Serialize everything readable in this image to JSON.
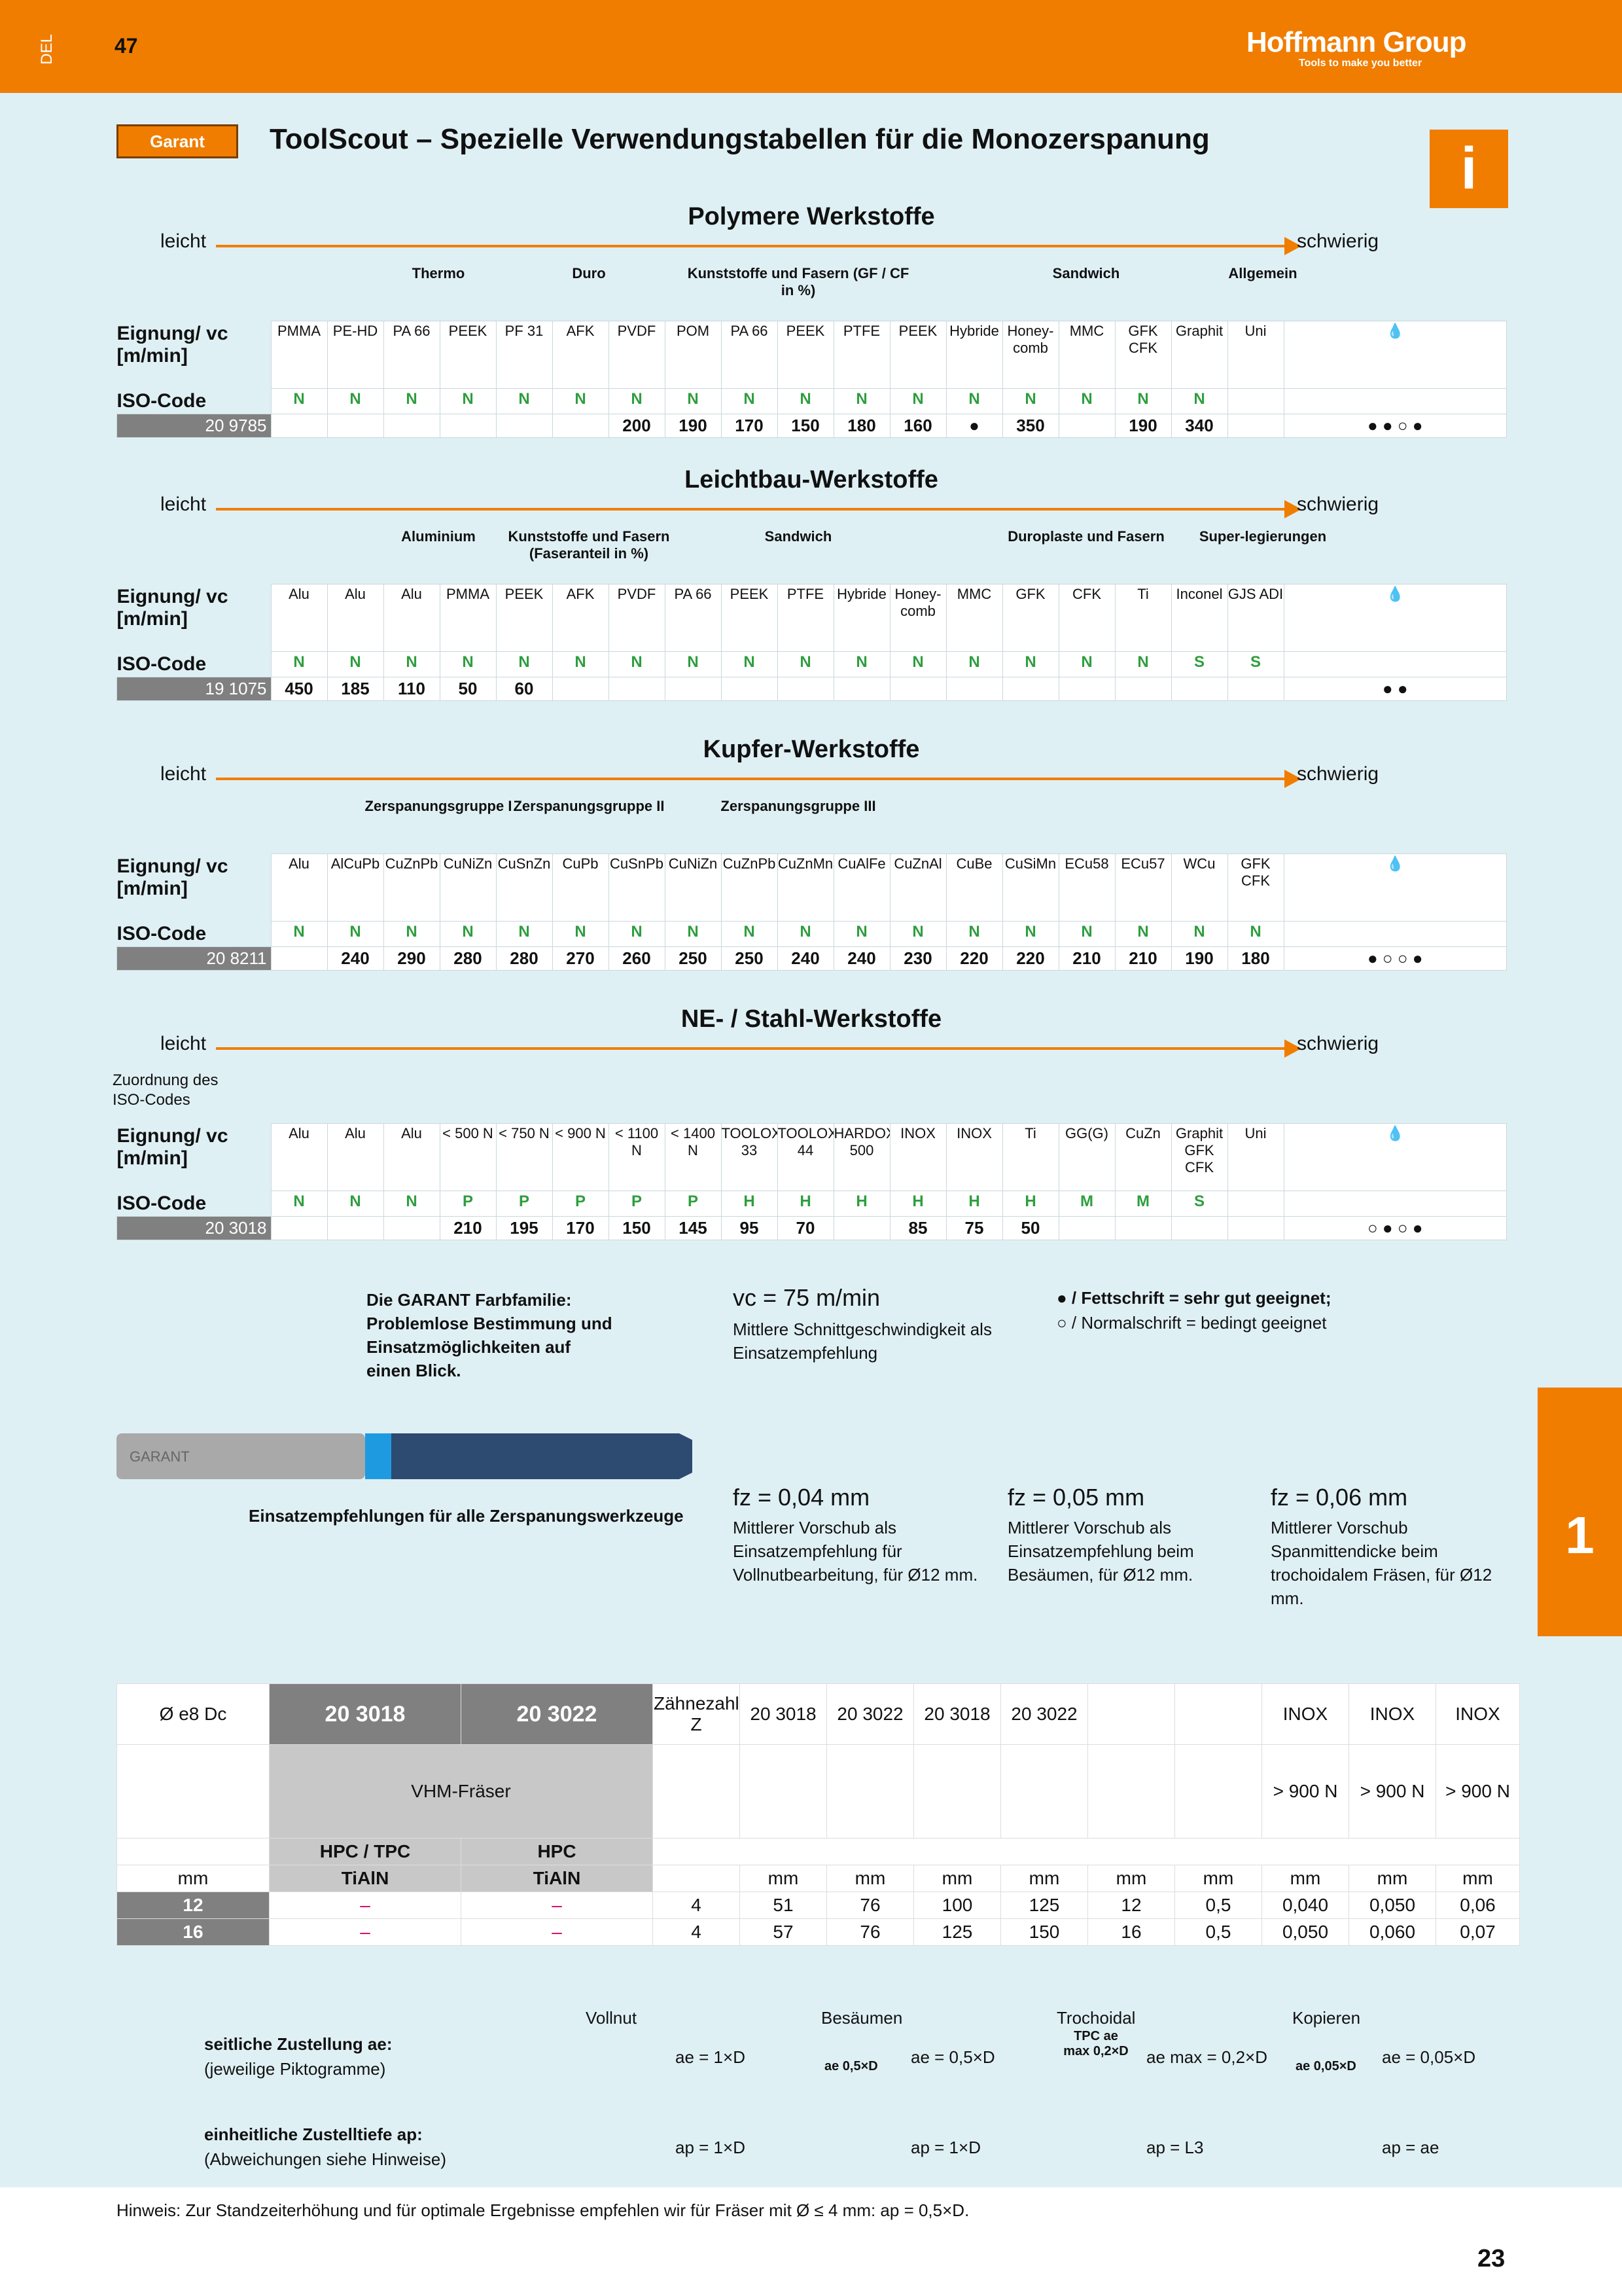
{
  "header": {
    "side_label": "DEL",
    "page_top": "47",
    "brand": "Hoffmann Group",
    "brand_tag": "Tools to make you better"
  },
  "title": {
    "badge": "Garant",
    "text": "ToolScout – Spezielle Verwendungstabellen für die Monozerspanung",
    "info": "i"
  },
  "common": {
    "leicht": "leicht",
    "schwierig": "schwierig",
    "eignung": "Eignung/ vc [m/min]",
    "iso": "ISO-Code"
  },
  "sections": [
    {
      "title": "Polymere Werkstoffe",
      "code": "20 9785",
      "groups": [
        "Thermo",
        "Duro",
        "Kunststoffe und Fasern (GF / CF in %)",
        "Sandwich",
        "Allgemein"
      ],
      "materials": [
        "PMMA",
        "PE-HD",
        "PA 66",
        "PEEK",
        "PF 31",
        "AFK",
        "PVDF",
        "POM",
        "PA 66",
        "PEEK",
        "PTFE",
        "PEEK",
        "Hybride",
        "Honey-comb",
        "MMC",
        "GFK CFK",
        "Graphit",
        "Uni"
      ],
      "iso": [
        "N",
        "N",
        "N",
        "N",
        "N",
        "N",
        "N",
        "N",
        "N",
        "N",
        "N",
        "N",
        "N",
        "N",
        "N",
        "N",
        "N",
        ""
      ],
      "vc": [
        "",
        "",
        "",
        "",
        "",
        "",
        "200",
        "190",
        "170",
        "150",
        "180",
        "160",
        "●",
        "350",
        "",
        "190",
        "340",
        ""
      ]
    },
    {
      "title": "Leichtbau-Werkstoffe",
      "code": "19 1075",
      "groups": [
        "Aluminium",
        "Kunststoffe und Fasern (Faseranteil in %)",
        "Sandwich",
        "Duroplaste und Fasern",
        "Super-legierungen"
      ],
      "materials": [
        "Alu",
        "Alu",
        "Alu",
        "PMMA",
        "PEEK",
        "AFK",
        "PVDF",
        "PA 66",
        "PEEK",
        "PTFE",
        "Hybride",
        "Honey-comb",
        "MMC",
        "GFK",
        "CFK",
        "Ti",
        "Inconel",
        "GJS ADI"
      ],
      "iso": [
        "N",
        "N",
        "N",
        "N",
        "N",
        "N",
        "N",
        "N",
        "N",
        "N",
        "N",
        "N",
        "N",
        "N",
        "N",
        "N",
        "S",
        "S"
      ],
      "vc": [
        "450",
        "185",
        "110",
        "50",
        "60",
        "",
        "",
        "",
        "",
        "",
        "",
        "",
        "",
        "",
        "",
        "",
        "",
        ""
      ]
    },
    {
      "title": "Kupfer-Werkstoffe",
      "code": "20 8211",
      "groups": [
        "Zerspanungsgruppe I",
        "Zerspanungsgruppe II",
        "Zerspanungsgruppe III"
      ],
      "materials": [
        "Alu",
        "AlCuPb",
        "CuZnPb",
        "CuNiZn",
        "CuSnZn",
        "CuPb",
        "CuSnPb",
        "CuNiZn",
        "CuZnPb",
        "CuZnMn",
        "CuAlFe",
        "CuZnAl",
        "CuBe",
        "CuSiMn",
        "ECu58",
        "ECu57",
        "WCu",
        "GFK CFK"
      ],
      "iso": [
        "N",
        "N",
        "N",
        "N",
        "N",
        "N",
        "N",
        "N",
        "N",
        "N",
        "N",
        "N",
        "N",
        "N",
        "N",
        "N",
        "N",
        "N"
      ],
      "vc": [
        "",
        "240",
        "290",
        "280",
        "280",
        "270",
        "260",
        "250",
        "250",
        "240",
        "240",
        "230",
        "220",
        "220",
        "210",
        "210",
        "190",
        "180"
      ]
    },
    {
      "title": "NE- / Stahl-Werkstoffe",
      "code": "20 3018",
      "groups": [],
      "materials": [
        "Alu",
        "Alu",
        "Alu",
        "< 500 N",
        "< 750 N",
        "< 900 N",
        "< 1100 N",
        "< 1400 N",
        "TOOLOX 33",
        "TOOLOX 44",
        "HARDOX 500",
        "INOX",
        "INOX",
        "Ti",
        "GG(G)",
        "CuZn",
        "Graphit GFK CFK",
        "Uni"
      ],
      "iso": [
        "N",
        "N",
        "N",
        "P",
        "P",
        "P",
        "P",
        "P",
        "H",
        "H",
        "H",
        "H",
        "H",
        "H",
        "M",
        "M",
        "S",
        ""
      ],
      "vc": [
        "",
        "",
        "",
        "210",
        "195",
        "170",
        "150",
        "145",
        "95",
        "70",
        "",
        "85",
        "75",
        "50",
        "",
        "",
        "",
        ""
      ]
    }
  ],
  "legend_col": [
    "● ● ○ ●",
    "● ●",
    "● ○ ○ ●",
    "○ ● ○ ●"
  ],
  "annotations": {
    "zuordnung": "Zuordnung des ISO-Codes",
    "farbfamilie": "Die GARANT Farbfamilie: Problemlose Bestimmung und Einsatzmöglichkeiten auf einen Blick.",
    "vc": "vc = 75 m/min",
    "vc_sub": "Mittlere Schnittgeschwindigkeit als Einsatzempfehlung",
    "legend1": "● / Fettschrift = sehr gut geeignet;",
    "legend2": "○ / Normalschrift = bedingt geeignet",
    "tool_caption": "Einsatzempfehlungen für alle Zerspanungswerkzeuge",
    "fz1": "fz = 0,04 mm",
    "fz1_sub": "Mittlerer Vorschub als Einsatzempfehlung für Vollnutbearbeitung, für Ø12 mm.",
    "fz2": "fz = 0,05 mm",
    "fz2_sub": "Mittlerer Vorschub als Einsatzempfehlung beim Besäumen, für Ø12 mm.",
    "fz3": "fz = 0,06 mm",
    "fz3_sub": "Mittlerer Vorschub Spanmittendicke beim trochoidalem Fräsen, für Ø12 mm."
  },
  "dtable": {
    "dc": "Ø e8 Dc",
    "a1": "20 3018",
    "a2": "20 3022",
    "zahn": "Zähnezahl Z",
    "type": "VHM-Fräser",
    "hpc1": "HPC / TPC",
    "hpc2": "HPC",
    "coat1": "TiAlN",
    "coat2": "TiAlN",
    "cols": [
      "20 3018",
      "20 3022",
      "20 3018",
      "20 3022"
    ],
    "inox": "INOX",
    "gt900": "> 900 N",
    "tpc": "TPC",
    "unit": "mm",
    "rows": [
      [
        "12",
        "–",
        "–",
        "4",
        "51",
        "76",
        "100",
        "125",
        "12",
        "0,5",
        "0,040",
        "0,050",
        "0,06"
      ],
      [
        "16",
        "–",
        "–",
        "4",
        "57",
        "76",
        "125",
        "150",
        "16",
        "0,5",
        "0,050",
        "0,060",
        "0,07"
      ]
    ]
  },
  "bottom": {
    "vollnut": "Vollnut",
    "besaeumen": "Besäumen",
    "trochoidal": "Trochoidal",
    "kopieren": "Kopieren",
    "ae_label": "seitliche Zustellung ae:",
    "ae_sub": "(jeweilige Piktogramme)",
    "ap_label": "einheitliche Zustelltiefe ap:",
    "ap_sub": "(Abweichungen siehe Hinweise)",
    "ae1": "ae = 1×D",
    "ae2": "ae = 0,5×D",
    "ae3": "ae max = 0,2×D",
    "ae4": "ae = 0,05×D",
    "ap1": "ap = 1×D",
    "ap2": "ap = 1×D",
    "ap3": "ap = L3",
    "ap4": "ap = ae",
    "p1": "ae 0,5×D",
    "p2": "TPC ae max 0,2×D",
    "p3": "ae 0,05×D"
  },
  "hint": "Hinweis: Zur Standzeiterhöhung und für optimale Ergebnisse empfehlen wir für Fräser mit Ø ≤ 4 mm: ap = 0,5×D.",
  "side_tab": "1",
  "page_number": "23"
}
